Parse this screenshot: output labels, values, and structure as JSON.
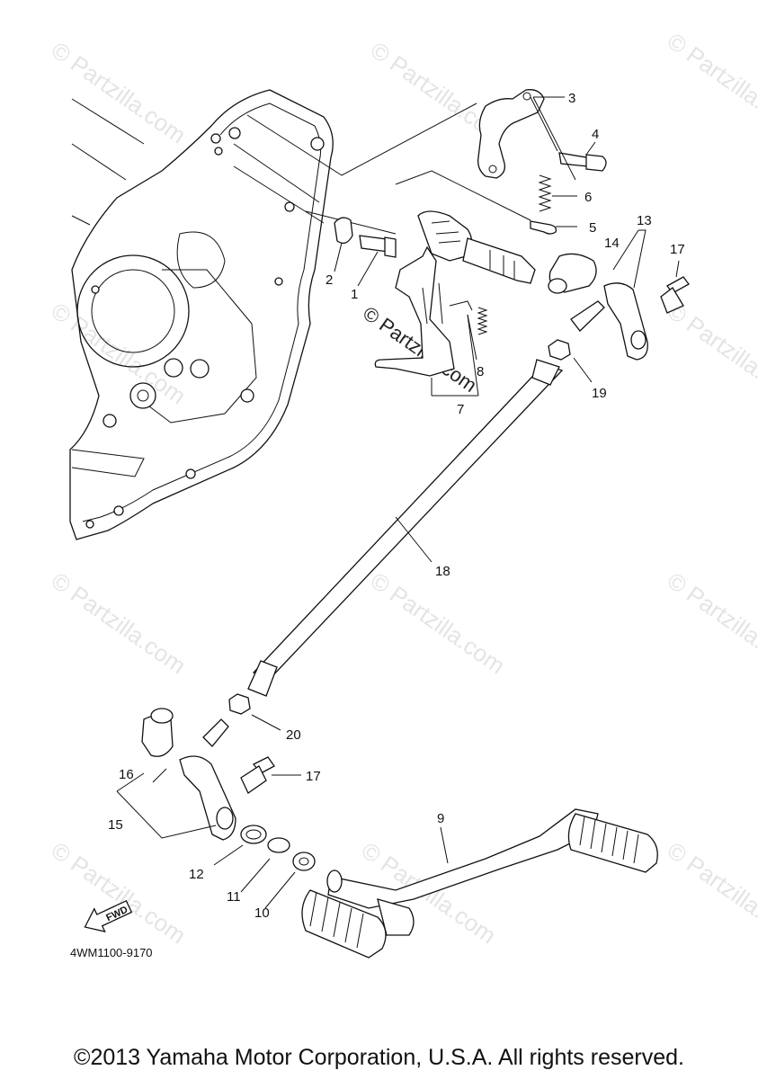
{
  "watermark": {
    "text": "© Partzilla.com",
    "center_text": "© Partzilla.com"
  },
  "callouts": {
    "c1": "1",
    "c2": "2",
    "c3": "3",
    "c4": "4",
    "c5": "5",
    "c6": "6",
    "c7": "7",
    "c8": "8",
    "c9": "9",
    "c10": "10",
    "c11": "11",
    "c12": "12",
    "c13": "13",
    "c14": "14",
    "c15": "15",
    "c16": "16",
    "c17a": "17",
    "c17b": "17",
    "c18": "18",
    "c19": "19",
    "c20": "20"
  },
  "direction_arrow": {
    "label": "FWD",
    "icon": "fwd-arrow-icon"
  },
  "diagram_code": "4WM1100-9170",
  "copyright": "©2013 Yamaha Motor Corporation, U.S.A. All rights reserved."
}
